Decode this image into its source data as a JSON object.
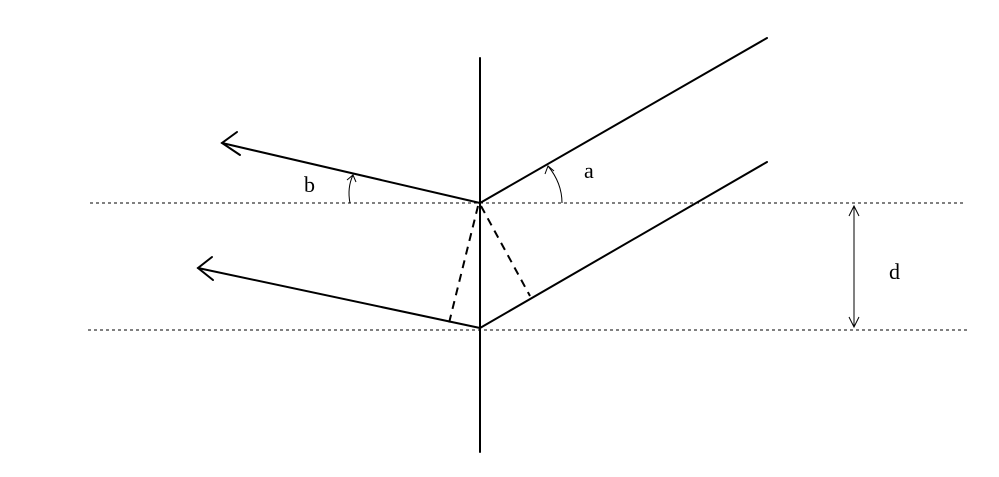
{
  "labels": {
    "incident_angle": "a",
    "diffracted_angle": "b",
    "spacing": "d"
  }
}
